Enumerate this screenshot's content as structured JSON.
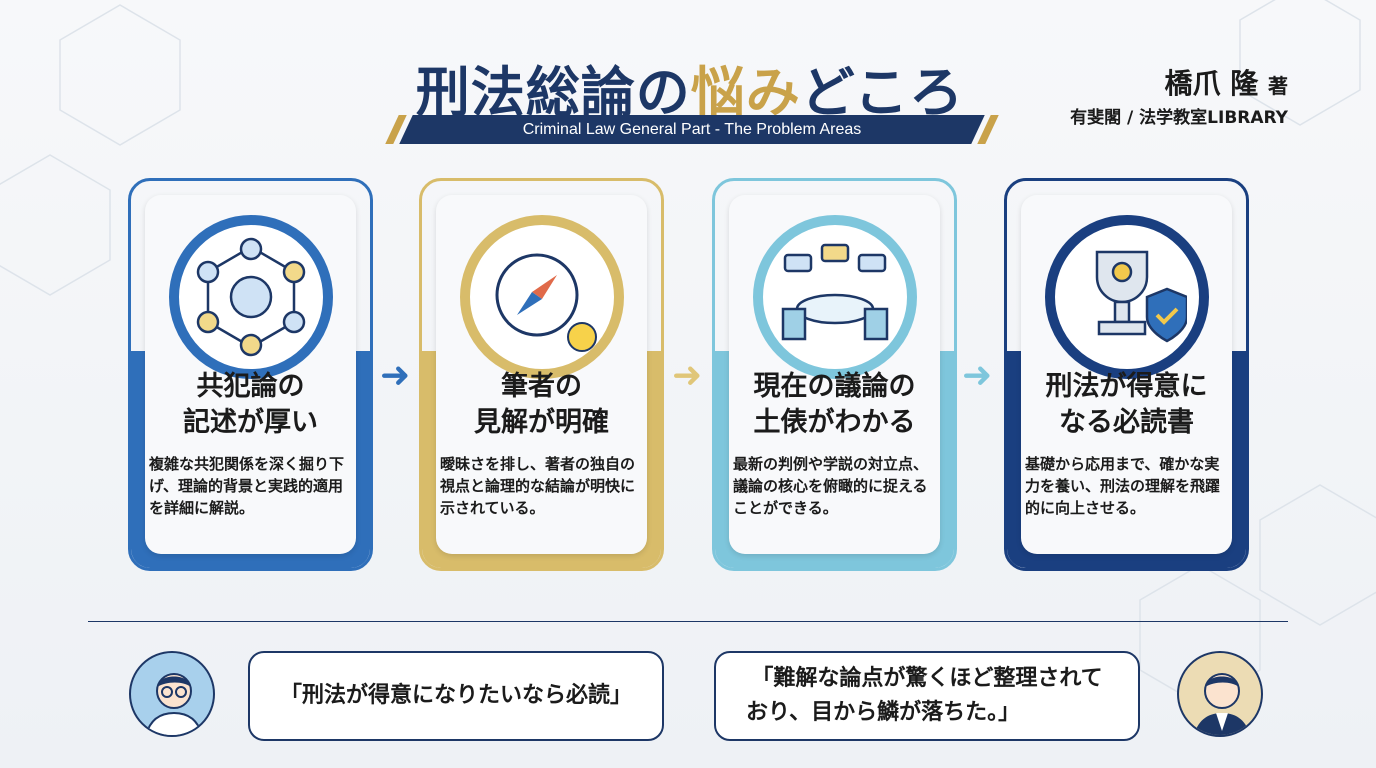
{
  "header": {
    "title_part1": "刑法総論の",
    "title_part2": "悩み",
    "title_part3": "どころ",
    "subtitle": "Criminal Law General Part - The Problem Areas",
    "author": "橋爪 隆",
    "author_suffix": "著",
    "publisher": "有斐閣 / 法学教室LIBRARY"
  },
  "cards": [
    {
      "heading_line1": "共犯論の",
      "heading_line2": "記述が厚い",
      "description": "複雑な共犯関係を深く掘り下げ、理論的背景と実践的適用を詳細に解説。",
      "icon": "network-people-icon",
      "color": "#2f6fba"
    },
    {
      "heading_line1": "筆者の",
      "heading_line2": "見解が明確",
      "description": "曖昧さを排し、著者の独自の視点と論理的な結論が明快に示されている。",
      "icon": "compass-lightbulb-icon",
      "color": "#d8bc6a"
    },
    {
      "heading_line1": "現在の議論の",
      "heading_line2": "土俵がわかる",
      "description": "最新の判例や学説の対立点、議論の核心を俯瞰的に捉えることができる。",
      "icon": "debate-table-icon",
      "color": "#7ec6dc"
    },
    {
      "heading_line1": "刑法が得意に",
      "heading_line2": "なる必読書",
      "description": "基礎から応用まで、確かな実力を養い、刑法の理解を飛躍的に向上させる。",
      "icon": "trophy-shield-icon",
      "color": "#1a3f80"
    }
  ],
  "testimonials": [
    {
      "quote": "「刑法が得意になりたいなら必読」"
    },
    {
      "quote_line1": "「難解な論点が驚くほど整理されて",
      "quote_line2": "おり、目から鱗が落ちた。」"
    }
  ]
}
